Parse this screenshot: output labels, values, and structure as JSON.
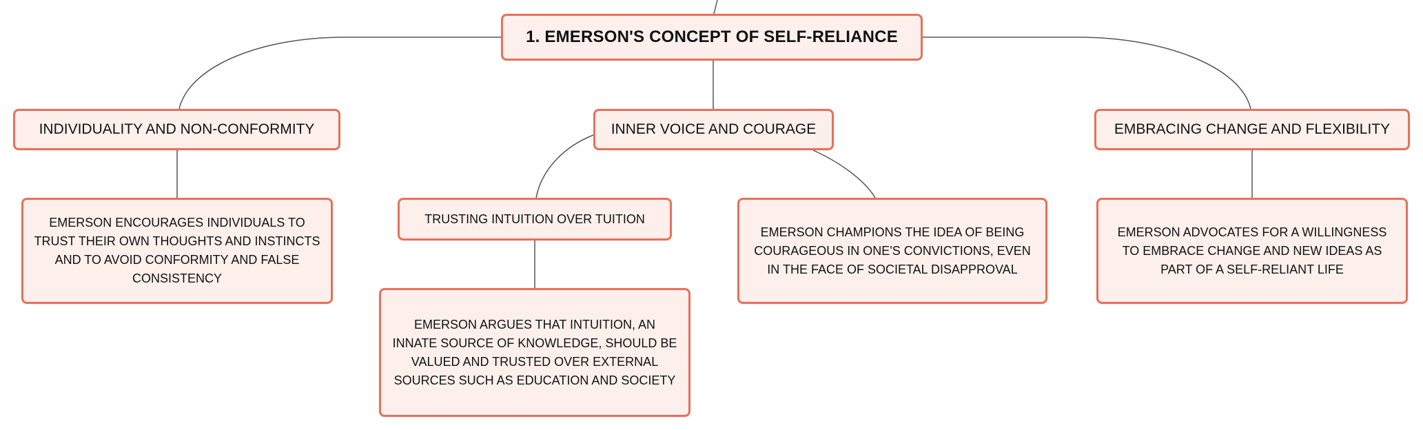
{
  "colors": {
    "node_border": "#e8705a",
    "node_fill": "#fdf0ec",
    "connector": "#555555",
    "text": "#111111"
  },
  "root": {
    "label": "1. EMERSON'S CONCEPT OF SELF-RELIANCE"
  },
  "topics": [
    {
      "label": "INDIVIDUALITY AND NON-CONFORMITY",
      "details": [
        "EMERSON ENCOURAGES INDIVIDUALS TO TRUST THEIR OWN THOUGHTS AND INSTINCTS AND TO AVOID CONFORMITY AND FALSE CONSISTENCY"
      ]
    },
    {
      "label": "INNER VOICE AND COURAGE",
      "subtopic": {
        "label": "TRUSTING INTUITION OVER TUITION",
        "detail": "EMERSON ARGUES THAT INTUITION, AN INNATE SOURCE OF KNOWLEDGE, SHOULD BE VALUED AND TRUSTED OVER EXTERNAL SOURCES SUCH AS EDUCATION AND SOCIETY"
      },
      "details": [
        "EMERSON CHAMPIONS THE IDEA OF BEING COURAGEOUS IN ONE'S CONVICTIONS, EVEN IN THE FACE OF SOCIETAL DISAPPROVAL"
      ]
    },
    {
      "label": "EMBRACING CHANGE AND FLEXIBILITY",
      "details": [
        "EMERSON ADVOCATES FOR A WILLINGNESS TO EMBRACE CHANGE AND NEW IDEAS AS PART OF A SELF-RELIANT LIFE"
      ]
    }
  ]
}
